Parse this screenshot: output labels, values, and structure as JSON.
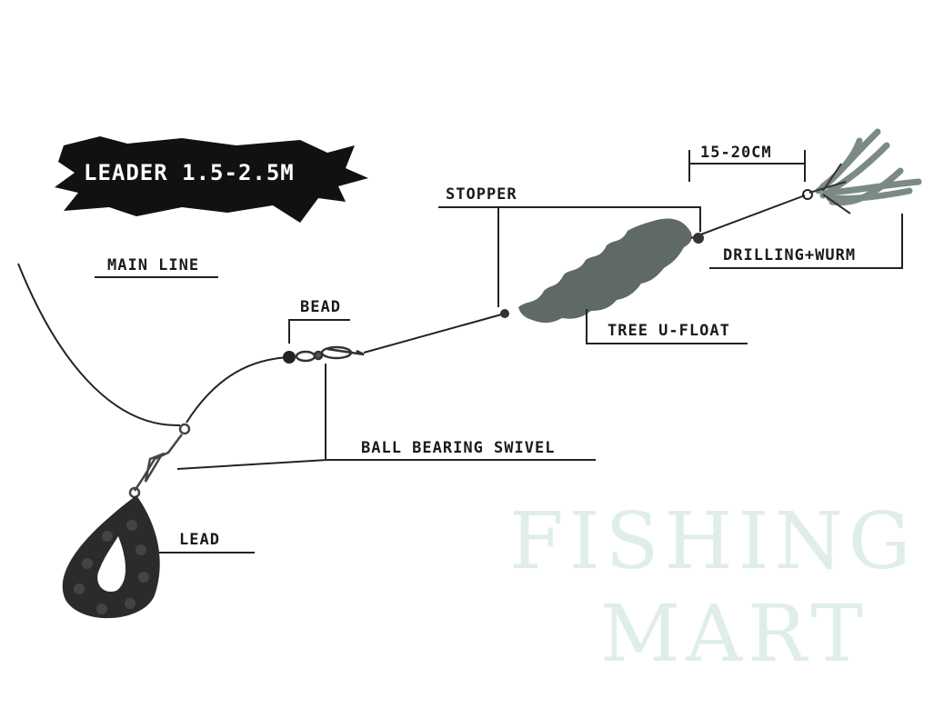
{
  "banner": {
    "text": "LEADER 1.5-2.5M"
  },
  "labels": {
    "main_line": "MAIN LINE",
    "bead": "BEAD",
    "stopper": "STOPPER",
    "tree_u_float": "TREE U-FLOAT",
    "length": "15-20CM",
    "drilling_wurm": "DRILLING+WURM",
    "ball_bearing_swivel": "BALL BEARING SWIVEL",
    "lead": "LEAD"
  },
  "watermark": {
    "line1": "FISHING",
    "line2": "MART"
  },
  "colors": {
    "float": "#5f6a66",
    "worm": "#7b8a86",
    "lead": "#2b2b2b",
    "watermark": "#dfeee8"
  }
}
